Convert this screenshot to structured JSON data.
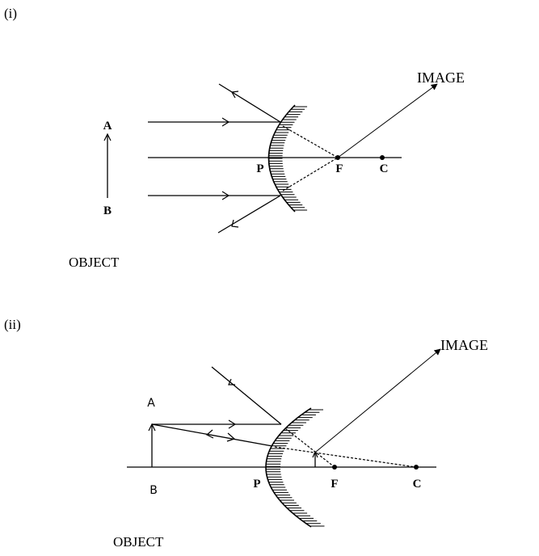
{
  "parts": [
    {
      "label": "(i)",
      "object_label": "OBJECT",
      "image_label": "IMAGE",
      "point_a": "A",
      "point_b": "B",
      "pole": "P",
      "focus": "F",
      "centre": "C"
    },
    {
      "label": "(ii)",
      "object_label": "OBJECT",
      "image_label": "IMAGE",
      "point_a": "A",
      "point_b": "B",
      "pole": "P",
      "focus": "F",
      "centre": "C"
    }
  ],
  "colors": {
    "ink": "#000000",
    "background": "#ffffff"
  }
}
